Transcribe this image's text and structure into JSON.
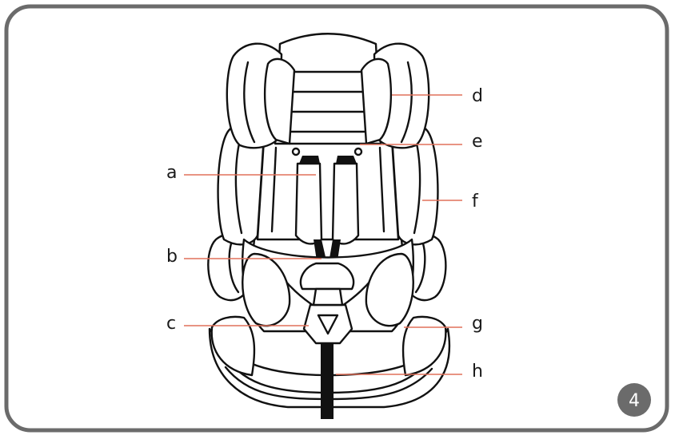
{
  "figure": {
    "labels": [
      {
        "id": "a",
        "text": "a"
      },
      {
        "id": "b",
        "text": "b"
      },
      {
        "id": "c",
        "text": "c"
      },
      {
        "id": "d",
        "text": "d"
      },
      {
        "id": "e",
        "text": "e"
      },
      {
        "id": "f",
        "text": "f"
      },
      {
        "id": "g",
        "text": "g"
      },
      {
        "id": "h",
        "text": "h"
      }
    ],
    "page_number": "4"
  },
  "colors": {
    "frame": "#6b6b6b",
    "leader": "#e0705a",
    "line_art": "#111111",
    "badge": "#6b6b6b"
  }
}
